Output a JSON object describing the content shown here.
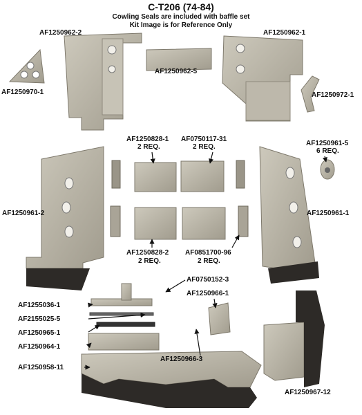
{
  "header": {
    "title": "C-T206 (74-84)",
    "subtitle_1": "Cowling Seals are included with baffle set",
    "subtitle_2": "Kit Image is for Reference Only"
  },
  "parts": [
    {
      "id": "AF1250962-2",
      "qty": ""
    },
    {
      "id": "AF1250962-1",
      "qty": ""
    },
    {
      "id": "AF1250962-5",
      "qty": ""
    },
    {
      "id": "AF1250970-1",
      "qty": ""
    },
    {
      "id": "AF1250972-1",
      "qty": ""
    },
    {
      "id": "AF1250828-1",
      "qty": "2 REQ."
    },
    {
      "id": "AF0750117-31",
      "qty": "2 REQ."
    },
    {
      "id": "AF1250961-5",
      "qty": "6 REQ."
    },
    {
      "id": "AF1250961-2",
      "qty": ""
    },
    {
      "id": "AF1250961-1",
      "qty": ""
    },
    {
      "id": "AF1250828-2",
      "qty": "2 REQ."
    },
    {
      "id": "AF0851700-96",
      "qty": "2 REQ."
    },
    {
      "id": "AF0750152-3",
      "qty": ""
    },
    {
      "id": "AF1250966-1",
      "qty": ""
    },
    {
      "id": "AF1255036-1",
      "qty": ""
    },
    {
      "id": "AF2155025-5",
      "qty": ""
    },
    {
      "id": "AF1250965-1",
      "qty": ""
    },
    {
      "id": "AF1250964-1",
      "qty": ""
    },
    {
      "id": "AF1250966-3",
      "qty": ""
    },
    {
      "id": "AF1250958-11",
      "qty": ""
    },
    {
      "id": "AF1250967-12",
      "qty": ""
    }
  ],
  "colors": {
    "metal": "#b9b4a6",
    "metal_dark": "#8f8a7d",
    "rubber": "#2d2a27",
    "text": "#111111"
  }
}
